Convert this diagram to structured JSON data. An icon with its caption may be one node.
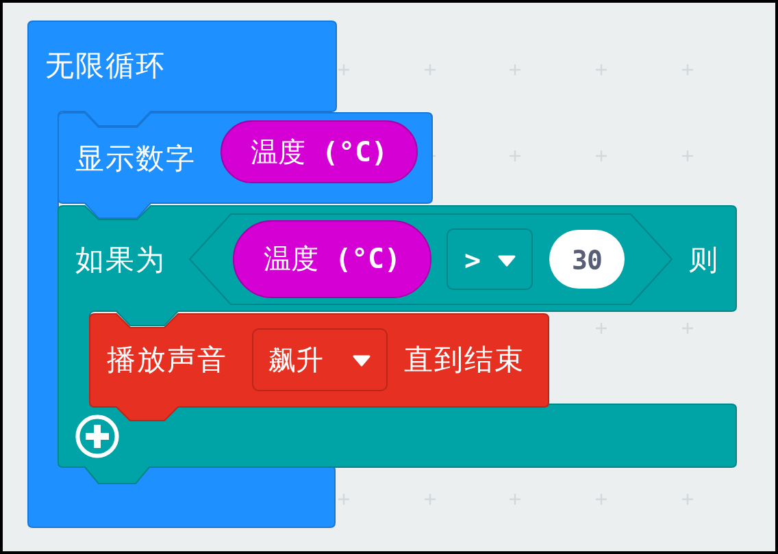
{
  "diagram": {
    "nodes": [
      {
        "text": [
          "无限循环"
        ]
      },
      {
        "text": [
          "显示数字"
        ]
      },
      {
        "text": [
          "温度 (°C)"
        ],
        "in": 1
      },
      {
        "text": [
          "如果为",
          "则"
        ]
      },
      {
        "text": [],
        "shape": "hexagon",
        "in": 3
      },
      {
        "text": [
          "温度 (°C)"
        ],
        "in": 4
      },
      {
        "text": [
          ">"
        ],
        "in": 4
      },
      {
        "text": [
          "30"
        ],
        "in": 4
      },
      {
        "text": [
          "播放声音",
          "直到结束"
        ],
        "in": 3
      },
      {
        "text": [
          "飙升"
        ],
        "in": 8
      }
    ]
  }
}
